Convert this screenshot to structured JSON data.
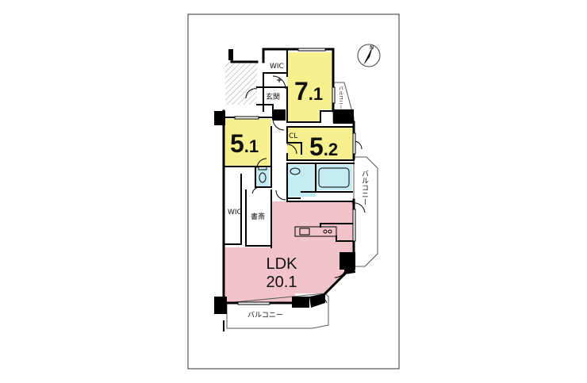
{
  "rooms": {
    "bedroom_north": {
      "size_whole": "7",
      "size_dec": ".1"
    },
    "bedroom_west": {
      "size_whole": "5",
      "size_dec": ".1"
    },
    "bedroom_east": {
      "size_whole": "5",
      "size_dec": ".2"
    },
    "ldk": {
      "label": "LDK",
      "size": "20.1"
    }
  },
  "labels": {
    "wic_north": "WIC",
    "entrance": "玄関",
    "closet": "CL",
    "wic_west": "WIC",
    "study": "書斎",
    "balcony_north": "バルコニー",
    "balcony_east": "バルコニー",
    "balcony_south": "バルコニー"
  },
  "compass": {
    "letter": "N"
  },
  "colors": {
    "bedroom": "#f7f08f",
    "ldk": "#f1c2c9",
    "water": "#c6ecf3",
    "wall": "#000000",
    "balcony_line": "#555555"
  }
}
